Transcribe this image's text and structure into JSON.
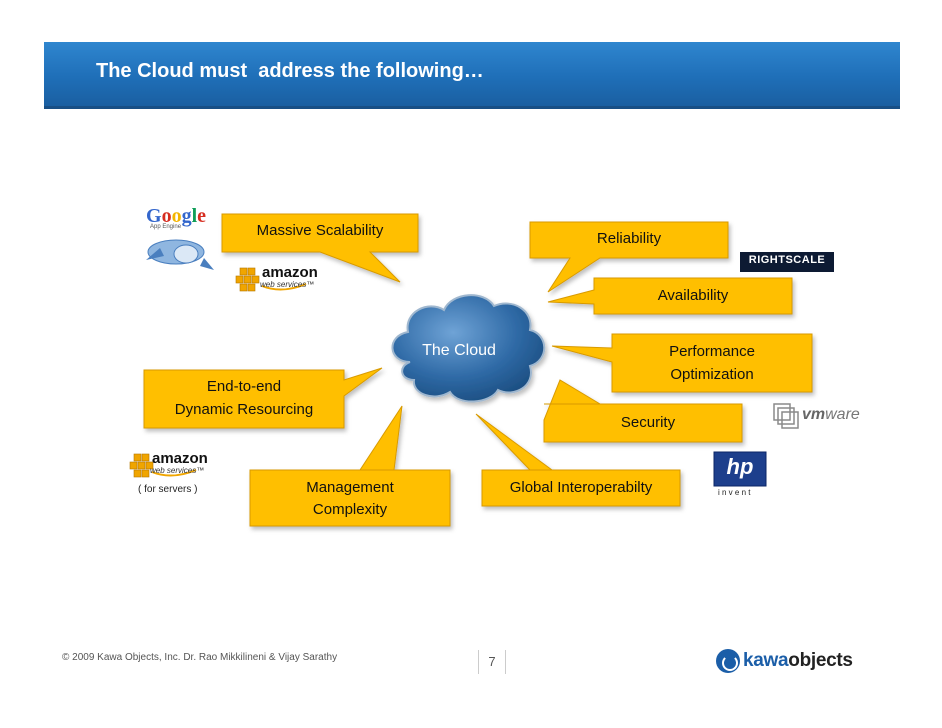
{
  "title": "The Cloud must  address the following…",
  "center": "The Cloud",
  "callouts": {
    "massive_scalability": "Massive Scalability",
    "reliability": "Reliability",
    "availability": "Availability",
    "performance_line1": "Performance",
    "performance_line2": "Optimization",
    "security": "Security",
    "global_interop": "Global Interoperabilty",
    "mgmt_line1": "Management",
    "mgmt_line2": "Complexity",
    "e2e_line1": "End-to-end",
    "e2e_line2": "Dynamic Resourcing"
  },
  "logos": {
    "google": "Google",
    "google_sub": "App Engine",
    "amazon": "amazon",
    "amazon_sub": "web services™",
    "for_servers": "( for servers )",
    "rightscale": "RIGHTSCALE",
    "vmware_prefix": "vm",
    "vmware_suffix": "ware",
    "hp": "hp",
    "invent": "i n v e n t"
  },
  "footer": {
    "copyright": "© 2009  Kawa Objects, Inc. Dr. Rao Mikkilineni & Vijay Sarathy",
    "page": "7",
    "kawa_part1": "kawa",
    "kawa_part2": "objects"
  },
  "colors": {
    "callout_fill": "#ffbf00",
    "callout_border": "#e7a700",
    "cloud": "#3b76b0",
    "title_bar": "#1f6fb8",
    "kawa_blue": "#1b5ea8"
  }
}
